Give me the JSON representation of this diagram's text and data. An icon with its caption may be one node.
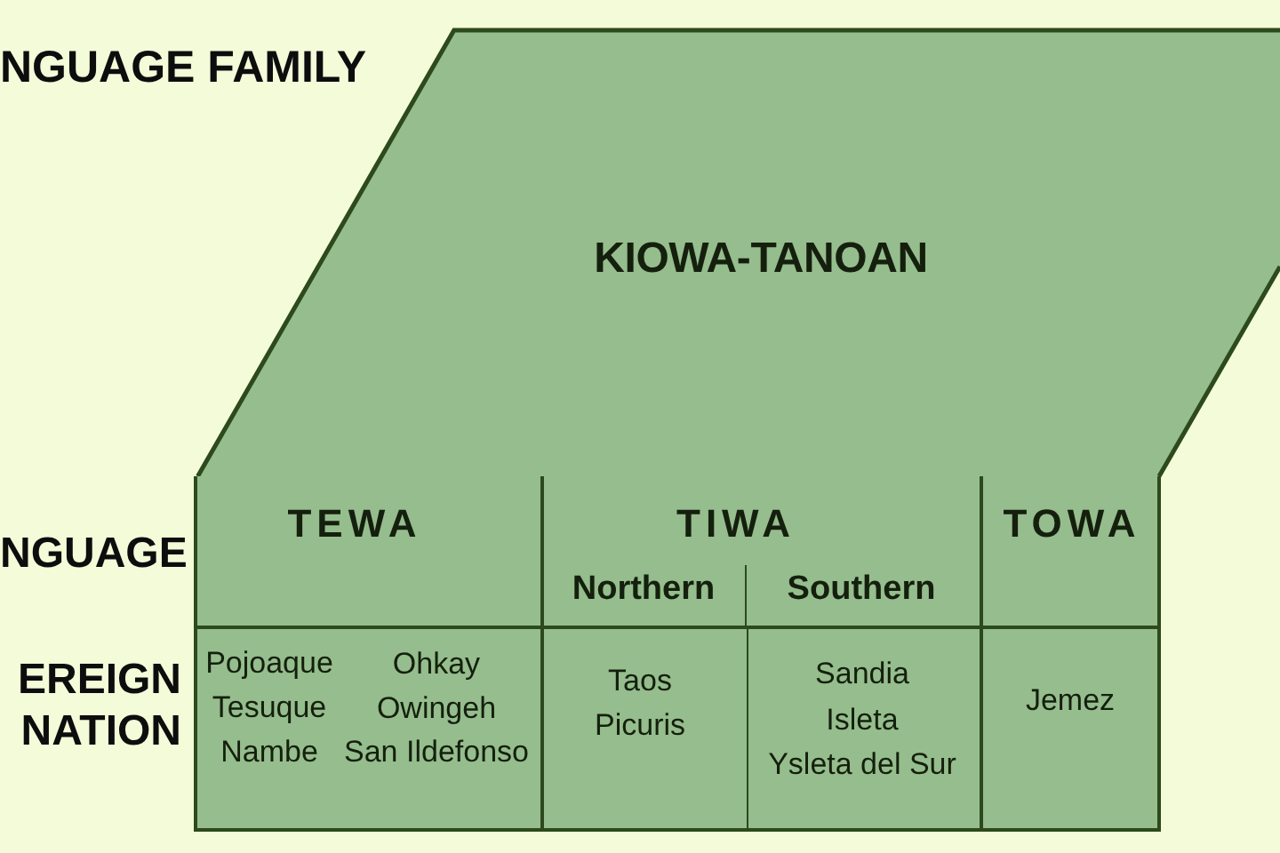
{
  "diagram": {
    "nodes": [
      {
        "text": [
          "KIOWA-TANOAN"
        ]
      },
      {
        "text": [
          "TEWA"
        ]
      },
      {
        "text": [
          "TIWA"
        ]
      },
      {
        "text": [
          "Northern"
        ],
        "in": 2
      },
      {
        "text": [
          "Southern"
        ],
        "in": 2
      },
      {
        "text": [
          "TOWA"
        ]
      },
      {
        "text": [
          "Pojoaque",
          "Tesuque",
          "Nambe",
          "Ohkay Owingeh",
          "San Ildefonso"
        ]
      },
      {
        "text": [
          "Taos",
          "Picuris"
        ]
      },
      {
        "text": [
          "Sandia",
          "Isleta",
          "Ysleta del Sur"
        ]
      },
      {
        "text": [
          "Jemez"
        ]
      }
    ],
    "labels": [
      "NGUAGE FAMILY",
      "NGUAGE",
      "EREIGN NATION"
    ]
  }
}
